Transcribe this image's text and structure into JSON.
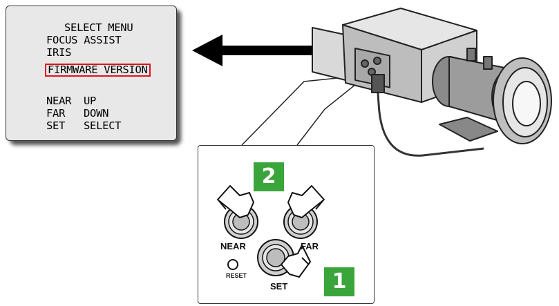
{
  "osd_menu": {
    "title": "SELECT MENU",
    "items": [
      "FOCUS ASSIST",
      "IRIS",
      "FIRMWARE VERSION"
    ],
    "highlighted_index": 2,
    "highlight_color": "#e0141e",
    "hints": [
      {
        "key": "NEAR",
        "action": "UP"
      },
      {
        "key": "FAR",
        "action": "DOWN"
      },
      {
        "key": "SET",
        "action": "SELECT"
      }
    ]
  },
  "callout": {
    "step_badges": [
      "2",
      "1"
    ],
    "badge_color": "#3aa53a",
    "buttons": {
      "near": "NEAR",
      "far": "FAR",
      "set": "SET",
      "reset": "RESET"
    }
  }
}
